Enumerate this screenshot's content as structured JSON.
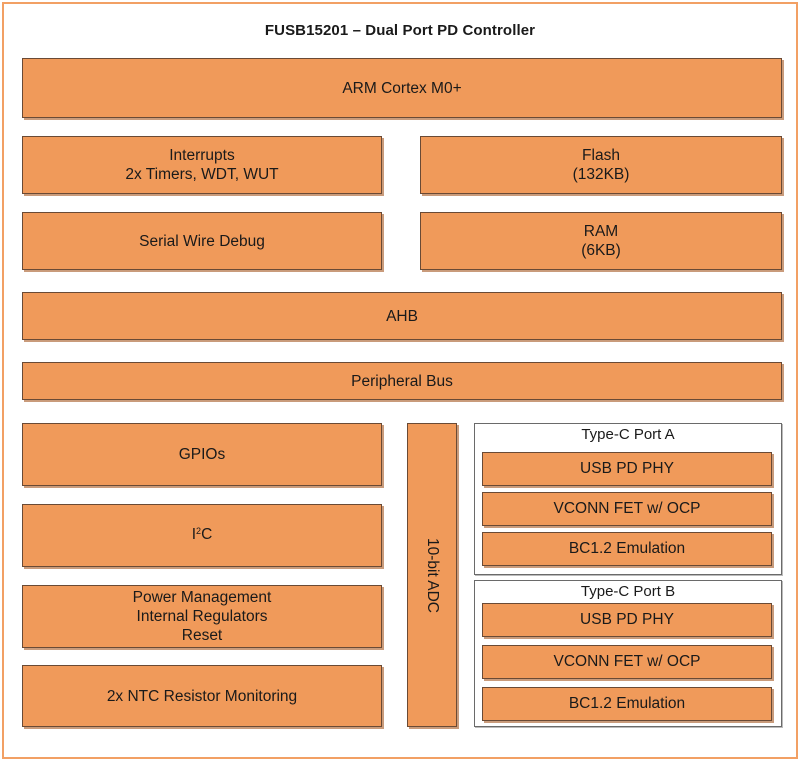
{
  "title": "FUSB15201 – Dual Port PD Controller",
  "colors": {
    "block_fill": "#f09a5a",
    "frame_border": "#f2a064",
    "block_border": "#6a4a35"
  },
  "blocks": {
    "cpu": "ARM Cortex M0+",
    "interrupts": {
      "line1": "Interrupts",
      "line2": "2x Timers, WDT, WUT"
    },
    "flash": {
      "line1": "Flash",
      "line2": "(132KB)"
    },
    "swd": "Serial Wire Debug",
    "ram": {
      "line1": "RAM",
      "line2": "(6KB)"
    },
    "ahb": "AHB",
    "peripheral_bus": "Peripheral Bus",
    "gpios": "GPIOs",
    "i2c": {
      "base": "I",
      "sup": "2",
      "tail": "C"
    },
    "power": {
      "line1": "Power Management",
      "line2": "Internal Regulators",
      "line3": "Reset"
    },
    "ntc": "2x NTC Resistor Monitoring",
    "adc": "10-bit ADC"
  },
  "ports": [
    {
      "title": "Type-C Port A",
      "items": [
        "USB PD PHY",
        "VCONN FET w/ OCP",
        "BC1.2 Emulation"
      ]
    },
    {
      "title": "Type-C Port B",
      "items": [
        "USB PD PHY",
        "VCONN FET w/ OCP",
        "BC1.2 Emulation"
      ]
    }
  ]
}
